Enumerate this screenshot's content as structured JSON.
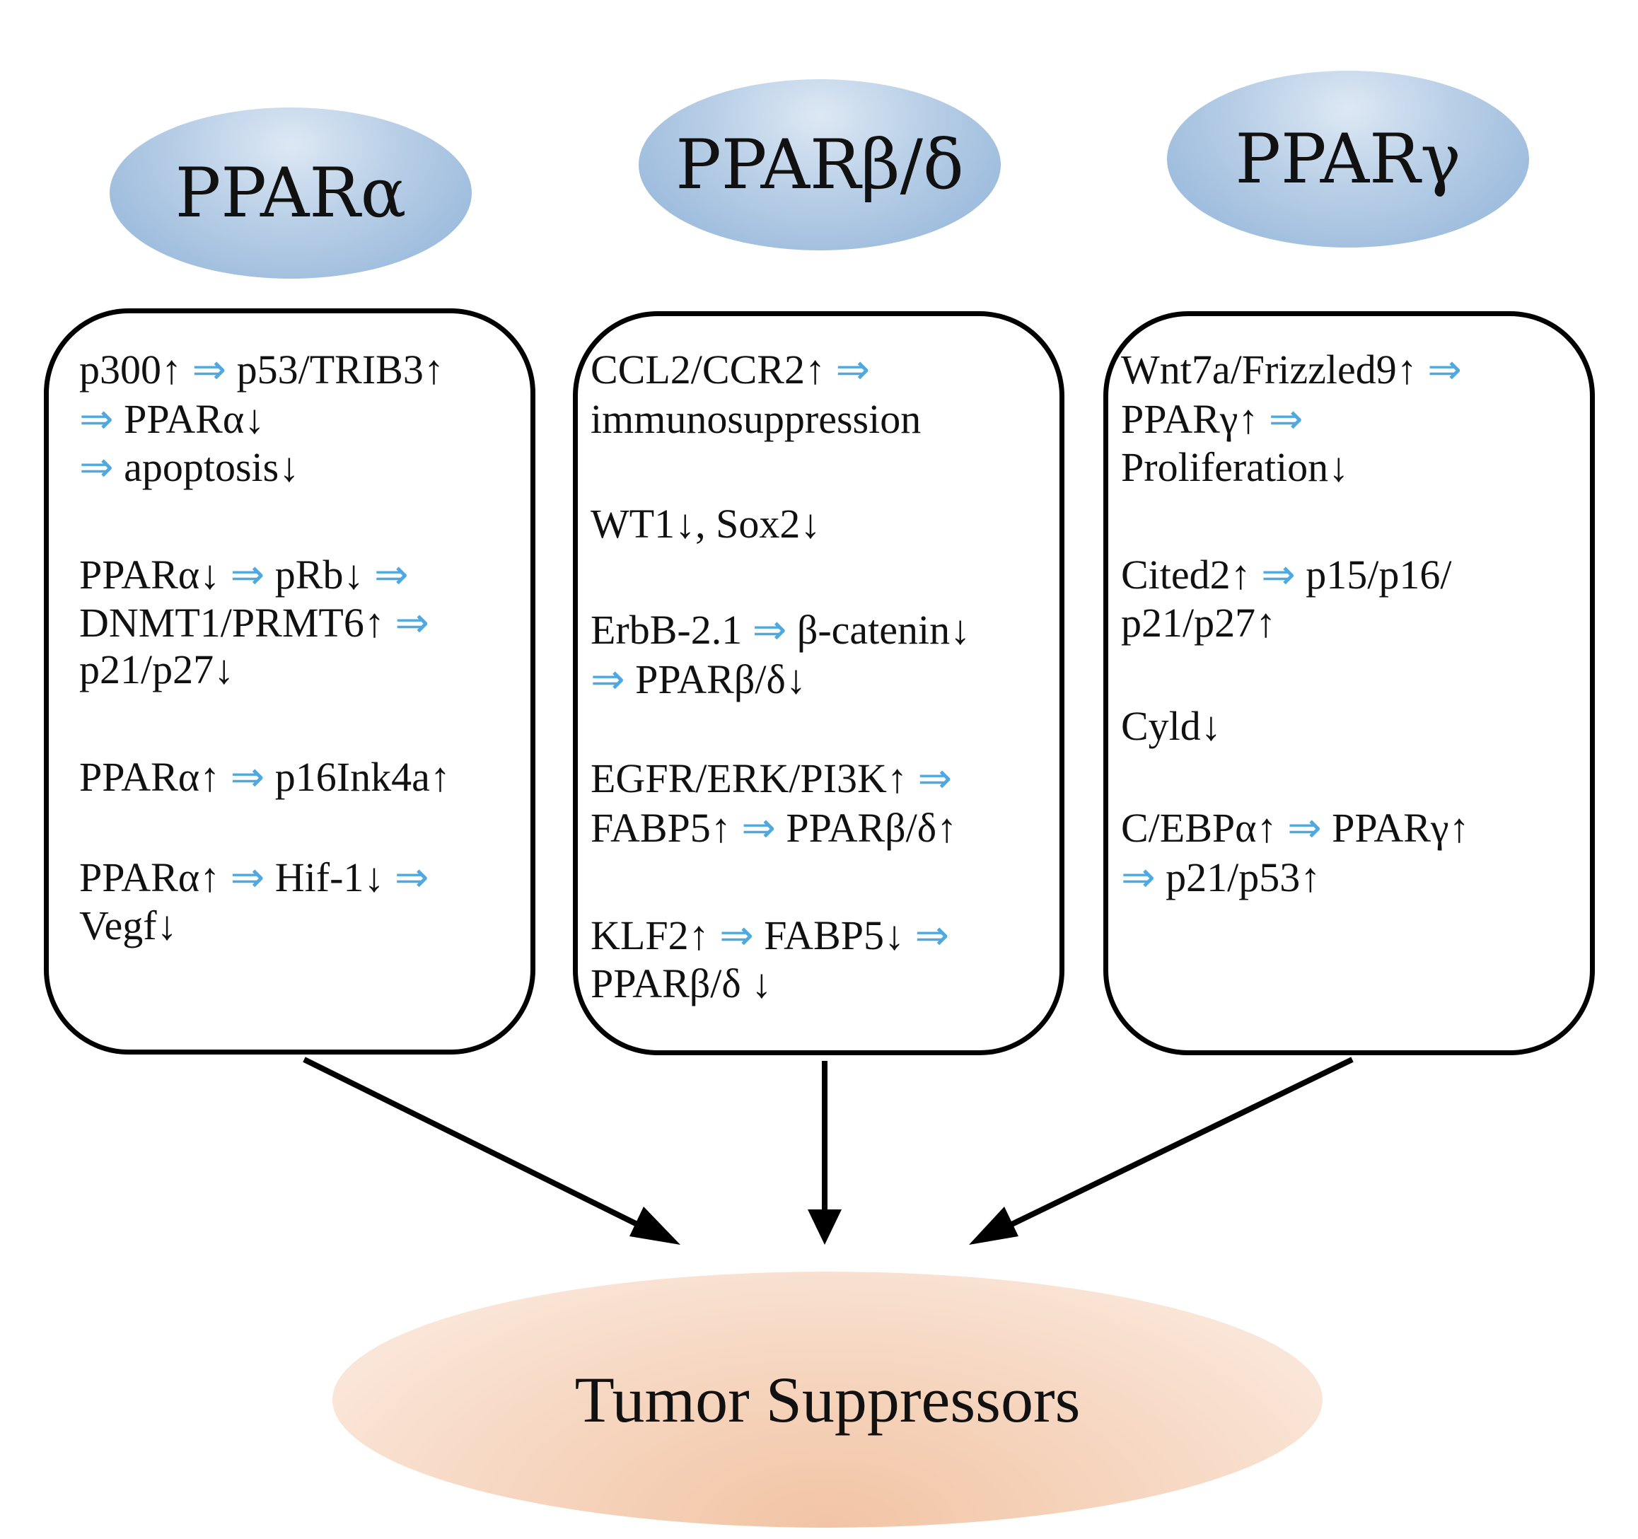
{
  "headers": {
    "alpha": "PPARα",
    "beta_delta": "PPARβ/δ",
    "gamma": "PPARγ"
  },
  "boxes": {
    "alpha": [
      [
        "p300↑ ",
        "⇒",
        " p53/TRIB3↑"
      ],
      [
        " ",
        "⇒",
        " PPARα↓"
      ],
      [
        " ",
        "⇒",
        " apoptosis↓"
      ],
      [
        "PPARα↓ ",
        "⇒",
        " pRb↓ ",
        "⇒",
        ""
      ],
      [
        "DNMT1/PRMT6↑ ",
        "⇒",
        ""
      ],
      [
        "p21/p27↓"
      ],
      [
        "PPARα↑ ",
        "⇒",
        " p16Ink4a↑"
      ],
      [
        "PPARα↑ ",
        "⇒",
        " Hif-1↓ ",
        "⇒",
        ""
      ],
      [
        "Vegf↓"
      ]
    ],
    "beta_delta": [
      [
        "CCL2/CCR2↑ ",
        "⇒",
        ""
      ],
      [
        "immunosuppression"
      ],
      [
        "WT1↓, Sox2↓"
      ],
      [
        "ErbB-2.1 ",
        "⇒",
        " β-catenin↓"
      ],
      [
        "",
        "⇒",
        " PPARβ/δ↓"
      ],
      [
        "EGFR/ERK/PI3K↑ ",
        "⇒",
        ""
      ],
      [
        "FABP5↑ ",
        "⇒",
        " PPARβ/δ↑"
      ],
      [
        "KLF2↑ ",
        "⇒",
        " FABP5↓ ",
        "⇒",
        ""
      ],
      [
        "PPARβ/δ ↓"
      ]
    ],
    "gamma": [
      [
        "Wnt7a/Frizzled9↑ ",
        "⇒",
        ""
      ],
      [
        "PPARγ↑ ",
        "⇒",
        ""
      ],
      [
        "Proliferation↓"
      ],
      [
        "Cited2↑ ",
        "⇒",
        " p15/p16/"
      ],
      [
        "p21/p27↑"
      ],
      [
        "Cyld↓"
      ],
      [
        "C/EBPα↑ ",
        "⇒",
        " PPARγ↑"
      ],
      [
        "",
        "⇒",
        " p21/p53↑"
      ]
    ]
  },
  "outcome": "Tumor Suppressors",
  "colors": {
    "header_fill": "#9dbbe0",
    "outcome_fill": "#f4cdb2",
    "implication_arrow": "#4fa8e0",
    "box_border": "#000000"
  }
}
